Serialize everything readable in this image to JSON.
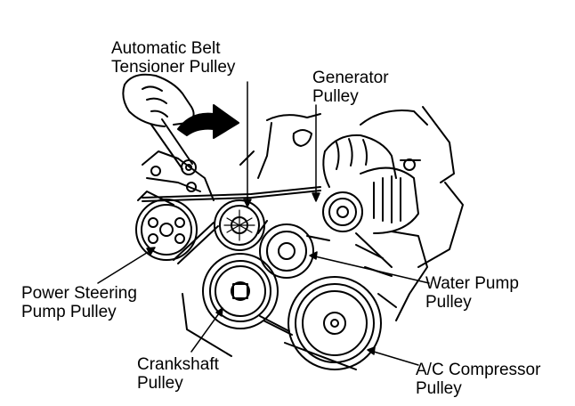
{
  "labels": {
    "tensioner": [
      "Automatic Belt",
      "Tensioner Pulley"
    ],
    "generator": [
      "Generator",
      "Pulley"
    ],
    "power_steering": [
      "Power Steering",
      "Pump Pulley"
    ],
    "water_pump": [
      "Water Pump",
      "Pulley"
    ],
    "crankshaft": [
      "Crankshaft",
      "Pulley"
    ],
    "ac_compressor": [
      "A/C Compressor",
      "Pulley"
    ]
  },
  "colors": {
    "ink": "#000000",
    "paper": "#ffffff"
  }
}
